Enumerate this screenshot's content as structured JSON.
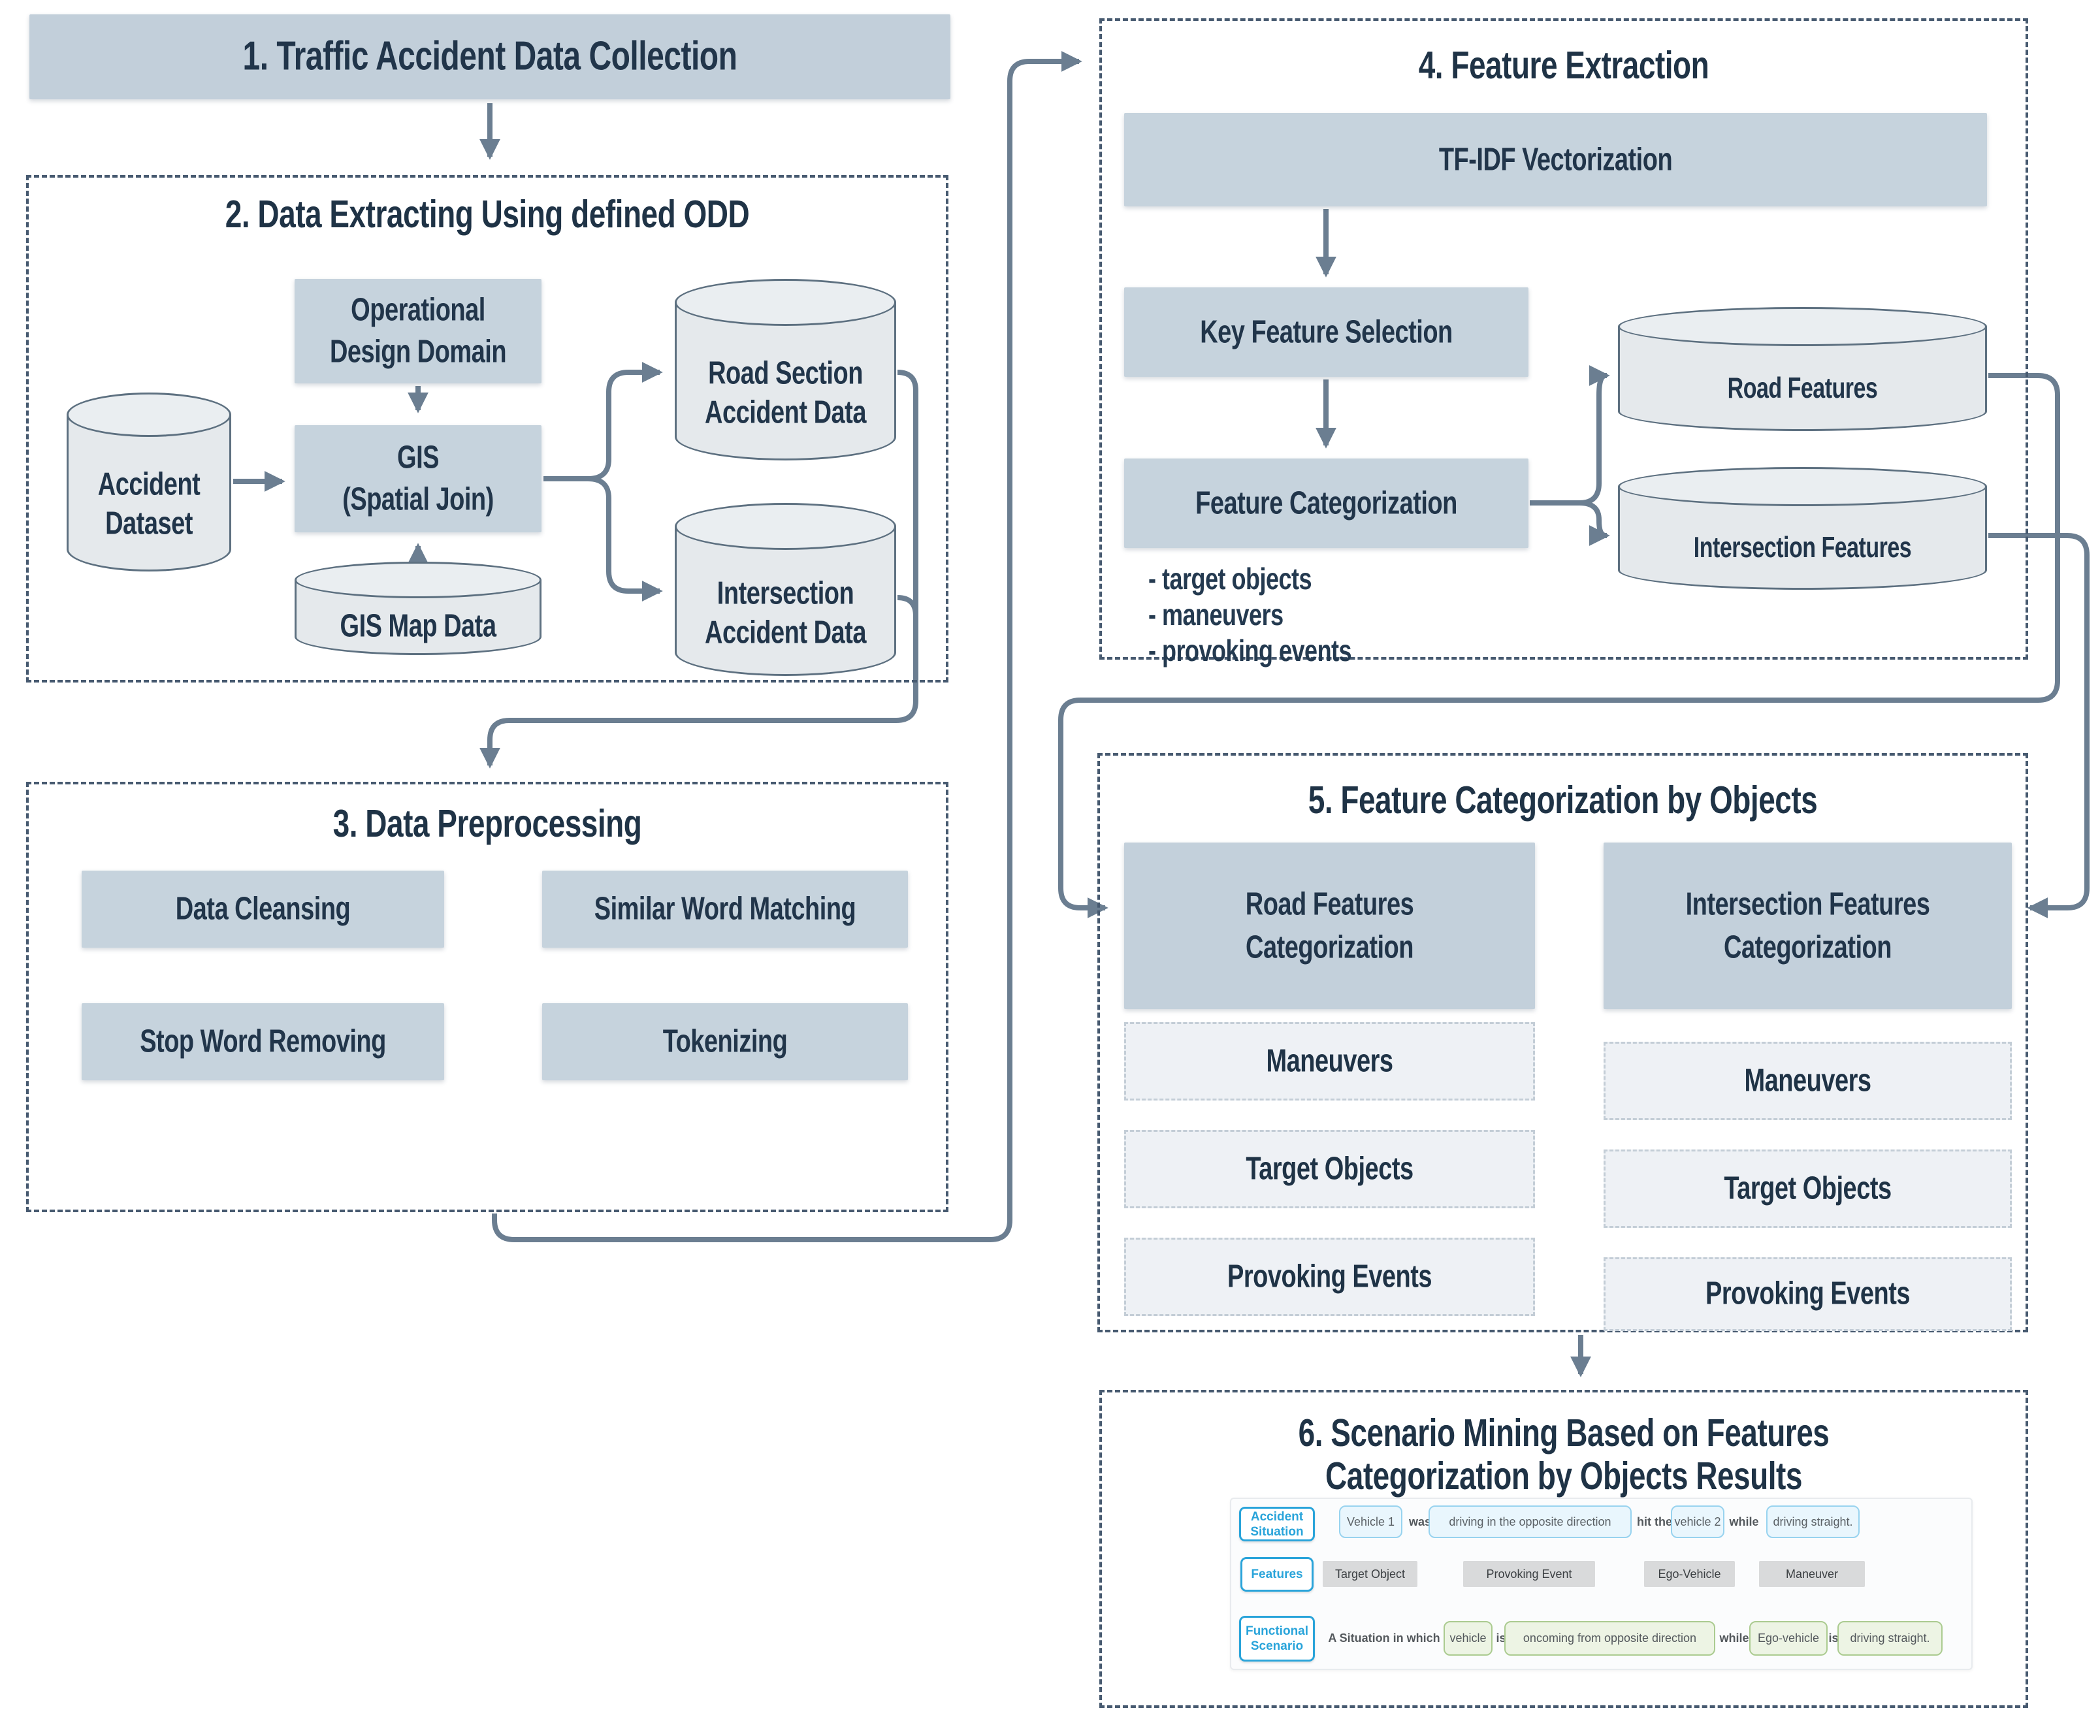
{
  "s1": {
    "title": "1. Traffic Accident Data Collection"
  },
  "s2": {
    "title": "2. Data Extracting Using defined ODD",
    "odd": [
      "Operational",
      "Design Domain"
    ],
    "gis": [
      "GIS",
      "(Spatial Join)"
    ],
    "accident_dataset": [
      "Accident",
      "Dataset"
    ],
    "gis_map_data": "GIS Map Data",
    "road_section_cyl": [
      "Road Section",
      "Accident Data"
    ],
    "intersection_cyl": [
      "Intersection",
      "Accident Data"
    ]
  },
  "s3": {
    "title": "3. Data Preprocessing",
    "data_cleansing": "Data Cleansing",
    "similar_word_matching": "Similar Word Matching",
    "stop_word_removing": "Stop Word Removing",
    "tokenizing": "Tokenizing"
  },
  "s4": {
    "title": "4. Feature Extraction",
    "tfidf": "TF-IDF Vectorization",
    "key_feature_selection": "Key Feature Selection",
    "feature_categorization": "Feature Categorization",
    "bullets": [
      "- target objects",
      "- maneuvers",
      "- provoking events"
    ],
    "road_features": "Road Features",
    "intersection_features": "Intersection Features"
  },
  "s5": {
    "title": "5. Feature Categorization by Objects",
    "road_cat": [
      "Road Features",
      "Categorization"
    ],
    "intersection_cat": [
      "Intersection Features",
      "Categorization"
    ],
    "road_items": [
      "Maneuvers",
      "Target Objects",
      "Provoking Events"
    ],
    "intersection_items": [
      "Maneuvers",
      "Target Objects",
      "Provoking Events"
    ]
  },
  "s6": {
    "title": [
      "6. Scenario Mining Based on  Features",
      "Categorization by Objects Results"
    ],
    "figure": {
      "labels": [
        "Accident Situation",
        "Features",
        "Functional Scenario"
      ],
      "row1": [
        "Vehicle 1",
        "was",
        "driving in the opposite direction",
        "hit the",
        "vehicle 2",
        "while",
        "driving straight."
      ],
      "row2": [
        "Target Object",
        "Provoking Event",
        "Ego-Vehicle",
        "Maneuver"
      ],
      "row3": [
        "A Situation in which",
        "vehicle",
        "is",
        "oncoming from opposite direction",
        "while",
        "Ego-vehicle",
        "is",
        "driving straight."
      ]
    }
  },
  "colors": {
    "box_fill": "#c6d3dd",
    "dashed_border": "#475a70",
    "connector": "#6b7e91",
    "title_text": "#1f3346",
    "cylinder_fill": "#e5e9ec",
    "cylinder_stroke": "#5d7080",
    "subbox_fill": "#eef1f5",
    "figure_blue": "#29a4da",
    "figure_chip_blue_border": "#98d3ef",
    "figure_green_border": "#abcb90",
    "figure_gray": "#d9dadb"
  }
}
